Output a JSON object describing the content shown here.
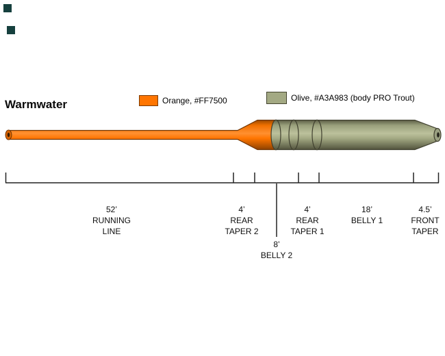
{
  "page": {
    "title": "Warmwater"
  },
  "legend": {
    "orange": {
      "label": "Orange, #FF7500",
      "color": "#FF7500"
    },
    "olive": {
      "label": "Olive, #A3A983 (body PRO Trout)",
      "color": "#A3A983"
    }
  },
  "ruler": {
    "sections": [
      {
        "length": "52’",
        "line1": "RUNNING",
        "line2": "LINE"
      },
      {
        "length": "4’",
        "line1": "REAR",
        "line2": "TAPER 2"
      },
      {
        "length": "8’",
        "line1": "BELLY 2"
      },
      {
        "length": "4’",
        "line1": "REAR",
        "line2": "TAPER 1"
      },
      {
        "length": "18’",
        "line1": "BELLY 1"
      },
      {
        "length": "4.5’",
        "line1": "FRONT",
        "line2": "TAPER"
      }
    ]
  }
}
